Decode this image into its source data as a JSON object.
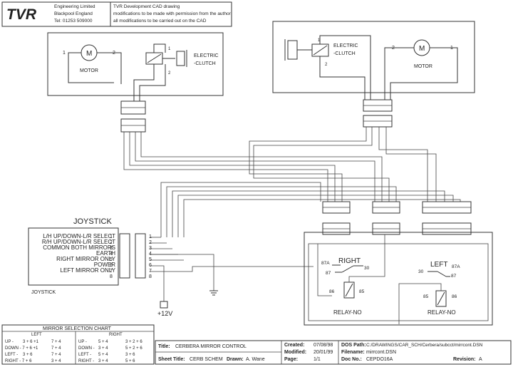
{
  "header": {
    "logo": "TVR",
    "company": [
      "Engineering Limited",
      "Blackpool England",
      "Tel: 01253 509000"
    ],
    "notice": [
      "TVR Development CAD drawing",
      "modifications to be made with permission from the author",
      "all modifications to be carried out on the CAD"
    ]
  },
  "left_mirror": {
    "motor": "MOTOR",
    "clutch": [
      "ELECTRIC",
      "-CLUTCH"
    ],
    "pin1": "1",
    "pin2": "2"
  },
  "right_mirror": {
    "motor": "MOTOR",
    "clutch": [
      "ELECTRIC",
      "-CLUTCH"
    ],
    "pin1": "1",
    "pin2": "2"
  },
  "joystick": {
    "title": "JOYSTICK",
    "footer": "JOYSTICK",
    "lines": [
      "L/H UP/DOWN-L/R SELECT",
      "R/H UP/DOWN-L/R SELECT",
      "COMMON BOTH MIRRORS",
      "EARTH",
      "RIGHT MIRROR ONLY",
      "POWER",
      "LEFT MIRROR ONLY"
    ],
    "pins": [
      "1",
      "2",
      "3",
      "4",
      "5",
      "6",
      "7",
      "8"
    ]
  },
  "power": "+12V",
  "relays": {
    "right": {
      "label": "RIGHT",
      "relay": "RELAY-NO",
      "p87a": "87A",
      "p87": "87",
      "p30": "30",
      "p86": "86",
      "p85": "85"
    },
    "left": {
      "label": "LEFT",
      "relay": "RELAY-NO",
      "p87a": "87A",
      "p87": "87",
      "p30": "30",
      "p86": "86",
      "p85": "85"
    }
  },
  "chart": {
    "title": "MIRROR SELECTION CHART",
    "left_head": "LEFT",
    "right_head": "RIGHT",
    "rows": [
      {
        "dir": "UP -",
        "l1": "3 + 6 +1",
        "l2": "7 + 4",
        "rdir": "UP -",
        "r1": "5 + 4",
        "r2": "3 + 2 + 6"
      },
      {
        "dir": "DOWN - 7 + 6 +1",
        "l1": "",
        "l2": "7 + 4",
        "rdir": "DOWN -",
        "r1": "3 + 4",
        "r2": "5 + 2 + 6"
      },
      {
        "dir": "LEFT -",
        "l1": "3 + 6",
        "l2": "7 + 4",
        "rdir": "LEFT -",
        "r1": "5 + 4",
        "r2": "3 + 6"
      },
      {
        "dir": "RIGHT - 7 + 6",
        "l1": "",
        "l2": "3 + 4",
        "rdir": "RIGHT -",
        "r1": "3 + 4",
        "r2": "5 + 6"
      }
    ]
  },
  "titleblock": {
    "title_label": "Title:",
    "title": "CERBERA MIRROR CONTROL",
    "sheet_label": "Sheet Title:",
    "sheet": "CERB SCHEM",
    "drawn_label": "Drawn:",
    "drawn": "A. Wane",
    "created_label": "Created:",
    "created": "07/08/98",
    "modified_label": "Modified:",
    "modified": "20/01/99",
    "page_label": "Page:",
    "page": "1/1",
    "dos_label": "DOS Path:",
    "dos": "C:/DRAWINGS/CAR_SCH/Cerbera/subcct/mirrcont.DSN",
    "file_label": "Filename:",
    "file": "mirrcont.DSN",
    "doc_label": "Doc No.:",
    "doc": "CEPDO16A",
    "rev_label": "Revision:",
    "rev": "A"
  }
}
